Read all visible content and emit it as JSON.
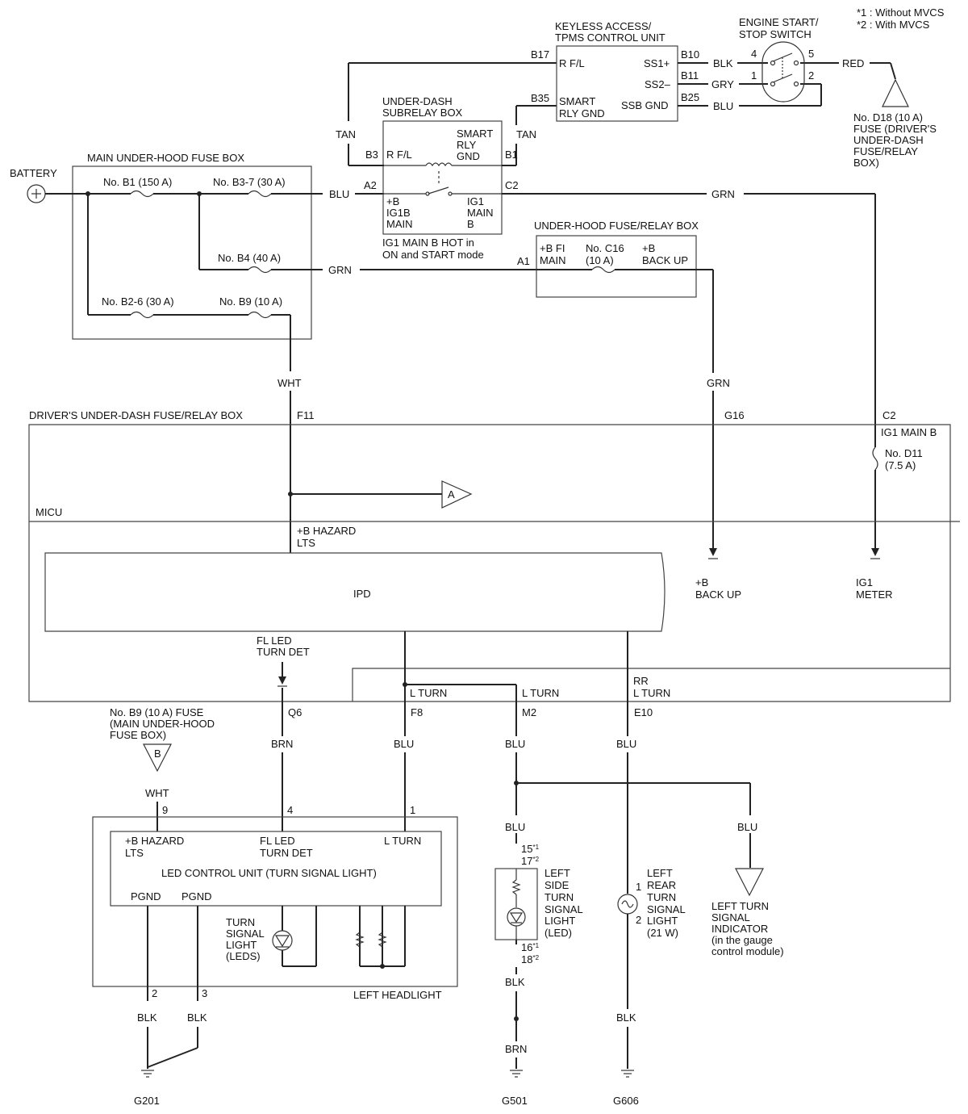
{
  "notes": {
    "n1": "*1 : Without MVCS",
    "n2": "*2 : With MVCS"
  },
  "battery": "BATTERY",
  "main_fuse_box": {
    "title": "MAIN UNDER-HOOD FUSE BOX",
    "b1": "No. B1 (150 A)",
    "b3_7": "No. B3-7 (30 A)",
    "b4": "No. B4 (40 A)",
    "b2_6": "No. B2-6 (30 A)",
    "b9": "No. B9 (10 A)"
  },
  "subrelay": {
    "title1": "UNDER-DASH",
    "title2": "SUBRELAY BOX",
    "rfl": "R F/L",
    "smart1": "SMART",
    "smart2": "RLY",
    "smart3": "GND",
    "b_ig1": "+B",
    "b_ig2": "IG1B",
    "b_ig3": "MAIN",
    "ig1_1": "IG1",
    "ig1_2": "MAIN",
    "ig1_3": "B",
    "note1": "IG1 MAIN B HOT in",
    "note2": "ON and START mode",
    "pin_b3": "B3",
    "pin_b1": "B1",
    "pin_a2": "A2",
    "pin_c2": "C2"
  },
  "keyless": {
    "title1": "KEYLESS ACCESS/",
    "title2": "TPMS CONTROL UNIT",
    "rfl": "R F/L",
    "smart1": "SMART",
    "smart2": "RLY GND",
    "ss1": "SS1+",
    "ss2": "SS2–",
    "ssb": "SSB GND",
    "pin_b17": "B17",
    "pin_b35": "B35",
    "pin_b10": "B10",
    "pin_b11": "B11",
    "pin_b25": "B25"
  },
  "start_switch": {
    "title1": "ENGINE START/",
    "title2": "STOP SWITCH",
    "p4": "4",
    "p5": "5",
    "p1": "1",
    "p2": "2"
  },
  "fuse_d18": {
    "l1": "No. D18 (10 A)",
    "l2": "FUSE (DRIVER'S",
    "l3": "UNDER-DASH",
    "l4": "FUSE/RELAY",
    "l5": "BOX)"
  },
  "uh_box": {
    "title": "UNDER-HOOD FUSE/RELAY BOX",
    "fi1": "+B FI",
    "fi2": "MAIN",
    "c16_1": "No. C16",
    "c16_2": "(10 A)",
    "bu1": "+B",
    "bu2": "BACK UP",
    "pin_a1": "A1"
  },
  "driver_box": {
    "title": "DRIVER'S UNDER-DASH FUSE/RELAY BOX",
    "f11": "F11",
    "g16": "G16",
    "c2": "C2",
    "ig1mainb": "IG1 MAIN B",
    "d11_1": "No. D11",
    "d11_2": "(7.5 A)",
    "conn_a": "A",
    "micu": "MICU",
    "hazard1": "+B HAZARD",
    "hazard2": "LTS",
    "ipd": "IPD",
    "backup1": "+B",
    "backup2": "BACK UP",
    "meter1": "IG1",
    "meter2": "METER",
    "fl1": "FL LED",
    "fl2": "TURN DET",
    "lturn_a": "L TURN",
    "lturn_b": "L TURN",
    "rr1": "RR",
    "rr2": "L TURN",
    "q6": "Q6",
    "f8": "F8",
    "m2": "M2",
    "e10": "E10"
  },
  "wires": {
    "tan1": "TAN",
    "tan2": "TAN",
    "blk_ss1": "BLK",
    "gry": "GRY",
    "blu_ssb": "BLU",
    "red": "RED",
    "blu_a2": "BLU",
    "grn_c2": "GRN",
    "grn_a1": "GRN",
    "wht": "WHT",
    "grn_g16": "GRN",
    "brn_q6": "BRN",
    "blu_f8": "BLU",
    "blu_m2": "BLU",
    "blu_e10": "BLU",
    "wht_b": "WHT",
    "blu_side": "BLU",
    "blu_ind": "BLU",
    "blk_side": "BLK",
    "brn_g501": "BRN",
    "blk_rear": "BLK",
    "blk_2": "BLK",
    "blk_3": "BLK"
  },
  "fuse_b9_ref": {
    "l1": "No. B9 (10 A) FUSE",
    "l2": "(MAIN UNDER-HOOD",
    "l3": "FUSE BOX)",
    "conn_b": "B"
  },
  "led_unit": {
    "hz1": "+B HAZARD",
    "hz2": "LTS",
    "fl1": "FL LED",
    "fl2": "TURN DET",
    "lturn": "L TURN",
    "title": "LED CONTROL UNIT (TURN SIGNAL LIGHT)",
    "pgnd1": "PGND",
    "pgnd2": "PGND",
    "p9": "9",
    "p4": "4",
    "p1": "1",
    "p2": "2",
    "p3": "3",
    "tsl1": "TURN",
    "tsl2": "SIGNAL",
    "tsl3": "LIGHT",
    "tsl4": "(LEDS)",
    "headlight": "LEFT HEADLIGHT"
  },
  "side_light": {
    "pin_a": "15",
    "pin_a_sup": "*1",
    "pin_b": "17",
    "pin_b_sup": "*2",
    "pin_c": "16",
    "pin_c_sup": "*1",
    "pin_d": "18",
    "pin_d_sup": "*2",
    "l1": "LEFT",
    "l2": "SIDE",
    "l3": "TURN",
    "l4": "SIGNAL",
    "l5": "LIGHT",
    "l6": "(LED)"
  },
  "rear_light": {
    "p1": "1",
    "p2": "2",
    "l1": "LEFT",
    "l2": "REAR",
    "l3": "TURN",
    "l4": "SIGNAL",
    "l5": "LIGHT",
    "l6": "(21 W)"
  },
  "indicator": {
    "l1": "LEFT TURN",
    "l2": "SIGNAL",
    "l3": "INDICATOR",
    "l4": "(in the gauge",
    "l5": "control module)"
  },
  "grounds": {
    "g201": "G201",
    "g501": "G501",
    "g606": "G606"
  }
}
